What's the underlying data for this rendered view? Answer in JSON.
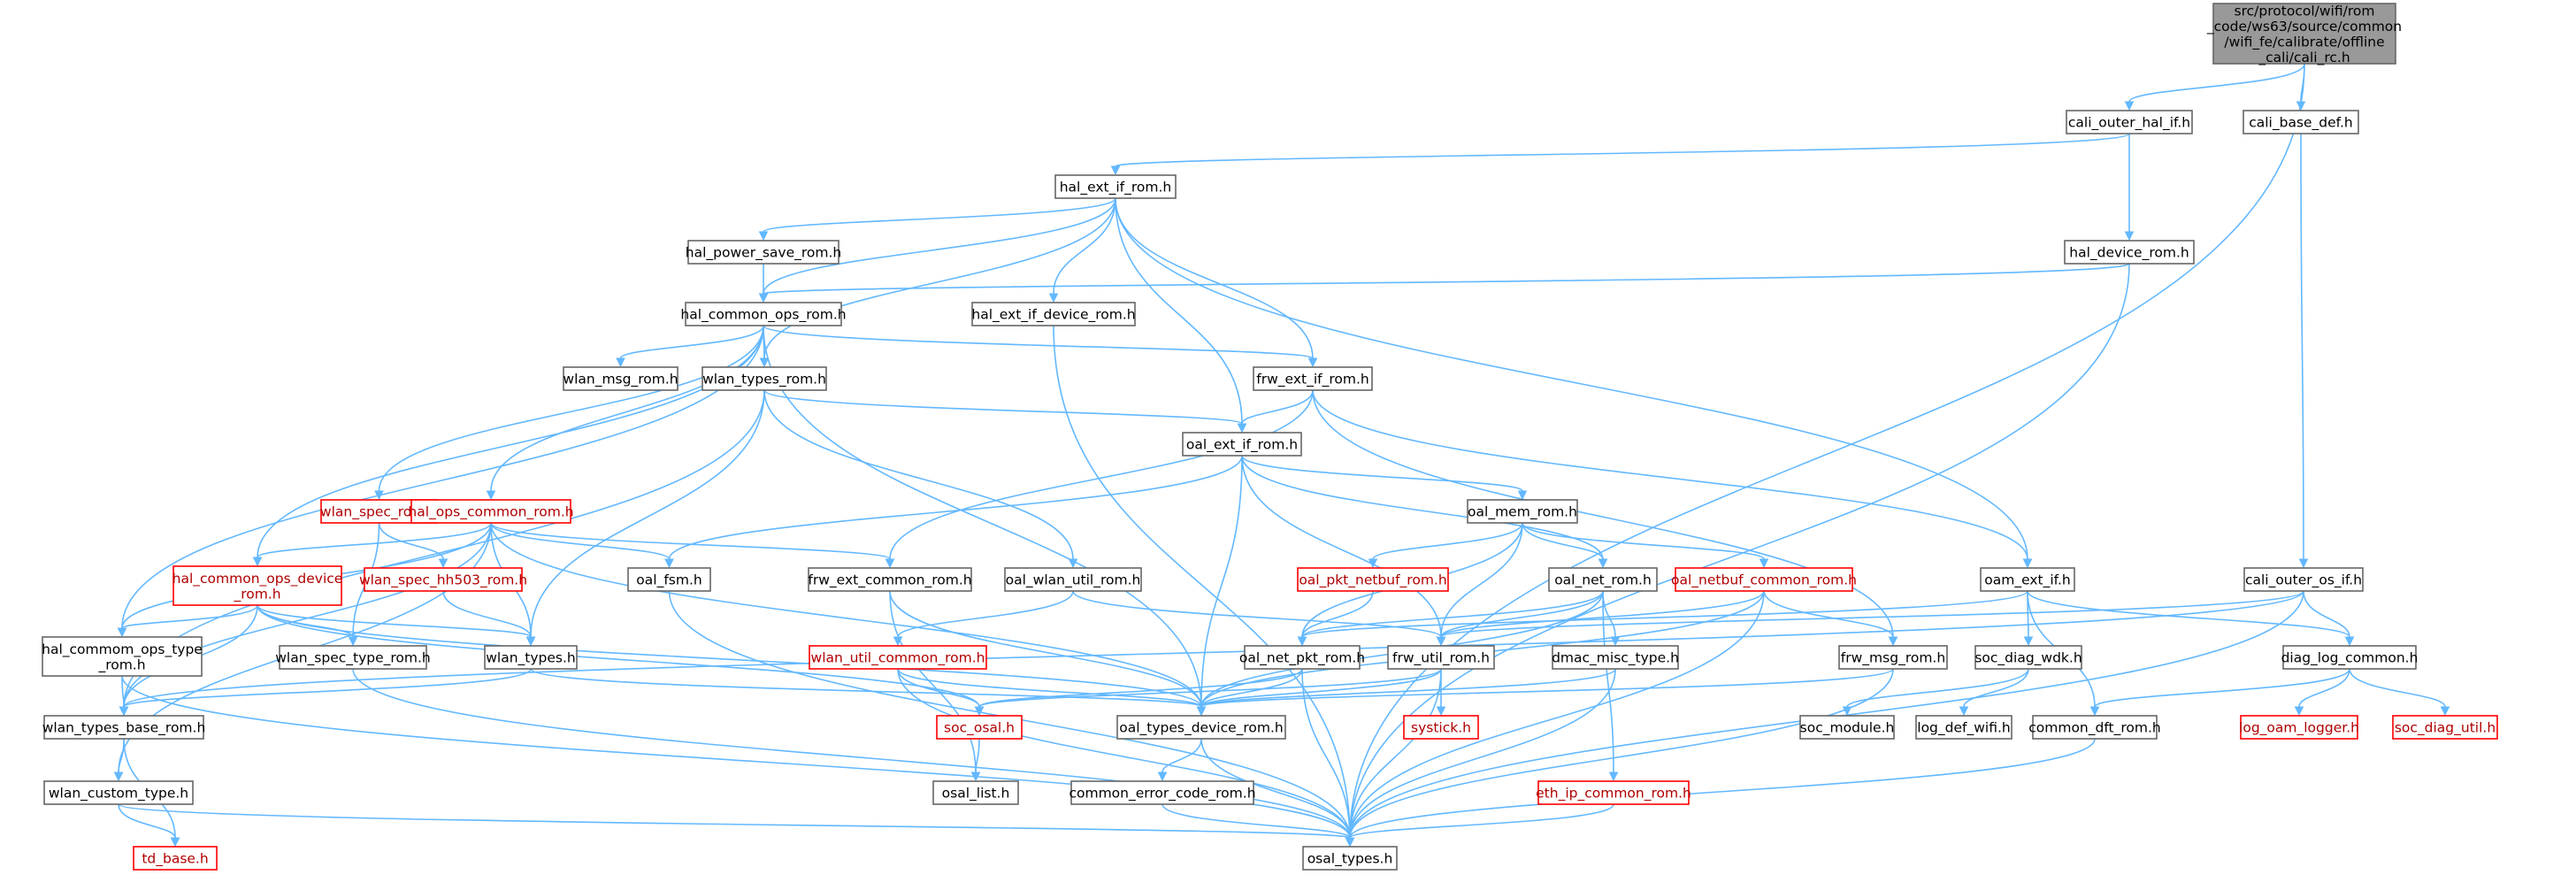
{
  "nodes": [
    {
      "id": "root",
      "label": [
        "src/protocol/wifi/rom",
        "_code/ws63/source/common",
        "/wifi_fe/calibrate/offline",
        "_cali/cali_rc.h"
      ],
      "kind": "root"
    },
    {
      "id": "cali_outer_hal_if",
      "label": [
        "cali_outer_hal_if.h"
      ],
      "kind": "normal"
    },
    {
      "id": "cali_base_def",
      "label": [
        "cali_base_def.h"
      ],
      "kind": "normal"
    },
    {
      "id": "hal_ext_if_rom",
      "label": [
        "hal_ext_if_rom.h"
      ],
      "kind": "normal"
    },
    {
      "id": "hal_power_save_rom",
      "label": [
        "hal_power_save_rom.h"
      ],
      "kind": "normal"
    },
    {
      "id": "hal_device_rom",
      "label": [
        "hal_device_rom.h"
      ],
      "kind": "normal"
    },
    {
      "id": "hal_common_ops_rom",
      "label": [
        "hal_common_ops_rom.h"
      ],
      "kind": "normal"
    },
    {
      "id": "hal_ext_if_device_rom",
      "label": [
        "hal_ext_if_device_rom.h"
      ],
      "kind": "normal"
    },
    {
      "id": "wlan_msg_rom",
      "label": [
        "wlan_msg_rom.h"
      ],
      "kind": "normal"
    },
    {
      "id": "wlan_types_rom",
      "label": [
        "wlan_types_rom.h"
      ],
      "kind": "normal"
    },
    {
      "id": "frw_ext_if_rom",
      "label": [
        "frw_ext_if_rom.h"
      ],
      "kind": "normal"
    },
    {
      "id": "oal_ext_if_rom",
      "label": [
        "oal_ext_if_rom.h"
      ],
      "kind": "normal"
    },
    {
      "id": "wlan_spec_rom",
      "label": [
        "wlan_spec_rom.h"
      ],
      "kind": "missing"
    },
    {
      "id": "hal_ops_common_rom",
      "label": [
        "hal_ops_common_rom.h"
      ],
      "kind": "missing"
    },
    {
      "id": "oal_mem_rom",
      "label": [
        "oal_mem_rom.h"
      ],
      "kind": "normal"
    },
    {
      "id": "hal_common_ops_device_rom",
      "label": [
        "hal_common_ops_device",
        "_rom.h"
      ],
      "kind": "missing"
    },
    {
      "id": "wlan_spec_hh503_rom",
      "label": [
        "wlan_spec_hh503_rom.h"
      ],
      "kind": "missing"
    },
    {
      "id": "oal_fsm",
      "label": [
        "oal_fsm.h"
      ],
      "kind": "normal"
    },
    {
      "id": "frw_ext_common_rom",
      "label": [
        "frw_ext_common_rom.h"
      ],
      "kind": "normal"
    },
    {
      "id": "oal_wlan_util_rom",
      "label": [
        "oal_wlan_util_rom.h"
      ],
      "kind": "normal"
    },
    {
      "id": "oal_pkt_netbuf_rom",
      "label": [
        "oal_pkt_netbuf_rom.h"
      ],
      "kind": "missing"
    },
    {
      "id": "oal_net_rom",
      "label": [
        "oal_net_rom.h"
      ],
      "kind": "normal"
    },
    {
      "id": "oal_netbuf_common_rom",
      "label": [
        "oal_netbuf_common_rom.h"
      ],
      "kind": "missing"
    },
    {
      "id": "oam_ext_if",
      "label": [
        "oam_ext_if.h"
      ],
      "kind": "normal"
    },
    {
      "id": "cali_outer_os_if",
      "label": [
        "cali_outer_os_if.h"
      ],
      "kind": "normal"
    },
    {
      "id": "hal_commom_ops_type_rom",
      "label": [
        "hal_commom_ops_type",
        "_rom.h"
      ],
      "kind": "normal"
    },
    {
      "id": "wlan_spec_type_rom",
      "label": [
        "wlan_spec_type_rom.h"
      ],
      "kind": "normal"
    },
    {
      "id": "wlan_types",
      "label": [
        "wlan_types.h"
      ],
      "kind": "normal"
    },
    {
      "id": "wlan_util_common_rom",
      "label": [
        "wlan_util_common_rom.h"
      ],
      "kind": "missing"
    },
    {
      "id": "oal_net_pkt_rom",
      "label": [
        "oal_net_pkt_rom.h"
      ],
      "kind": "normal"
    },
    {
      "id": "frw_util_rom",
      "label": [
        "frw_util_rom.h"
      ],
      "kind": "normal"
    },
    {
      "id": "dmac_misc_type",
      "label": [
        "dmac_misc_type.h"
      ],
      "kind": "normal"
    },
    {
      "id": "frw_msg_rom",
      "label": [
        "frw_msg_rom.h"
      ],
      "kind": "normal"
    },
    {
      "id": "soc_diag_wdk",
      "label": [
        "soc_diag_wdk.h"
      ],
      "kind": "normal"
    },
    {
      "id": "diag_log_common",
      "label": [
        "diag_log_common.h"
      ],
      "kind": "normal"
    },
    {
      "id": "wlan_types_base_rom",
      "label": [
        "wlan_types_base_rom.h"
      ],
      "kind": "normal"
    },
    {
      "id": "soc_osal",
      "label": [
        "soc_osal.h"
      ],
      "kind": "missing"
    },
    {
      "id": "oal_types_device_rom",
      "label": [
        "oal_types_device_rom.h"
      ],
      "kind": "normal"
    },
    {
      "id": "systick",
      "label": [
        "systick.h"
      ],
      "kind": "missing"
    },
    {
      "id": "soc_module",
      "label": [
        "soc_module.h"
      ],
      "kind": "normal"
    },
    {
      "id": "log_def_wifi",
      "label": [
        "log_def_wifi.h"
      ],
      "kind": "normal"
    },
    {
      "id": "common_dft_rom",
      "label": [
        "common_dft_rom.h"
      ],
      "kind": "normal"
    },
    {
      "id": "log_oam_logger",
      "label": [
        "log_oam_logger.h"
      ],
      "kind": "missing"
    },
    {
      "id": "soc_diag_util",
      "label": [
        "soc_diag_util.h"
      ],
      "kind": "missing"
    },
    {
      "id": "wlan_custom_type",
      "label": [
        "wlan_custom_type.h"
      ],
      "kind": "normal"
    },
    {
      "id": "osal_list",
      "label": [
        "osal_list.h"
      ],
      "kind": "normal"
    },
    {
      "id": "common_error_code_rom",
      "label": [
        "common_error_code_rom.h"
      ],
      "kind": "normal"
    },
    {
      "id": "eth_ip_common_rom",
      "label": [
        "eth_ip_common_rom.h"
      ],
      "kind": "missing"
    },
    {
      "id": "td_base",
      "label": [
        "td_base.h"
      ],
      "kind": "missing"
    },
    {
      "id": "osal_types",
      "label": [
        "osal_types.h"
      ],
      "kind": "normal"
    }
  ],
  "edges": [
    [
      "root",
      "cali_outer_hal_if"
    ],
    [
      "root",
      "cali_base_def"
    ],
    [
      "root",
      "osal_types"
    ],
    [
      "cali_outer_hal_if",
      "hal_ext_if_rom"
    ],
    [
      "cali_outer_hal_if",
      "hal_device_rom"
    ],
    [
      "cali_base_def",
      "cali_outer_os_if"
    ],
    [
      "hal_ext_if_rom",
      "hal_power_save_rom"
    ],
    [
      "hal_ext_if_rom",
      "hal_common_ops_rom"
    ],
    [
      "hal_ext_if_rom",
      "hal_ext_if_device_rom"
    ],
    [
      "hal_ext_if_rom",
      "wlan_types_rom"
    ],
    [
      "hal_ext_if_rom",
      "frw_ext_if_rom"
    ],
    [
      "hal_ext_if_rom",
      "oal_ext_if_rom"
    ],
    [
      "hal_ext_if_rom",
      "oam_ext_if"
    ],
    [
      "hal_power_save_rom",
      "hal_common_ops_rom"
    ],
    [
      "hal_device_rom",
      "hal_common_ops_rom"
    ],
    [
      "hal_device_rom",
      "osal_types"
    ],
    [
      "hal_common_ops_rom",
      "wlan_msg_rom"
    ],
    [
      "hal_common_ops_rom",
      "wlan_types_rom"
    ],
    [
      "hal_common_ops_rom",
      "frw_ext_if_rom"
    ],
    [
      "hal_common_ops_rom",
      "wlan_spec_rom"
    ],
    [
      "hal_common_ops_rom",
      "hal_ops_common_rom"
    ],
    [
      "hal_common_ops_rom",
      "hal_common_ops_device_rom"
    ],
    [
      "hal_common_ops_rom",
      "hal_commom_ops_type_rom"
    ],
    [
      "hal_common_ops_rom",
      "oal_types_device_rom"
    ],
    [
      "hal_ext_if_device_rom",
      "osal_types"
    ],
    [
      "wlan_types_rom",
      "oal_ext_if_rom"
    ],
    [
      "wlan_types_rom",
      "oal_wlan_util_rom"
    ],
    [
      "wlan_types_rom",
      "wlan_types"
    ],
    [
      "wlan_types_rom",
      "wlan_types_base_rom"
    ],
    [
      "frw_ext_if_rom",
      "oal_ext_if_rom"
    ],
    [
      "frw_ext_if_rom",
      "frw_ext_common_rom"
    ],
    [
      "frw_ext_if_rom",
      "frw_msg_rom"
    ],
    [
      "frw_ext_if_rom",
      "oam_ext_if"
    ],
    [
      "oal_ext_if_rom",
      "oal_mem_rom"
    ],
    [
      "oal_ext_if_rom",
      "oal_fsm"
    ],
    [
      "oal_ext_if_rom",
      "oal_net_rom"
    ],
    [
      "oal_ext_if_rom",
      "frw_util_rom"
    ],
    [
      "oal_ext_if_rom",
      "oal_types_device_rom"
    ],
    [
      "wlan_spec_rom",
      "wlan_spec_hh503_rom"
    ],
    [
      "wlan_spec_rom",
      "wlan_spec_type_rom"
    ],
    [
      "hal_ops_common_rom",
      "hal_common_ops_device_rom"
    ],
    [
      "hal_ops_common_rom",
      "oal_fsm"
    ],
    [
      "hal_ops_common_rom",
      "frw_ext_common_rom"
    ],
    [
      "hal_ops_common_rom",
      "wlan_types"
    ],
    [
      "hal_ops_common_rom",
      "hal_commom_ops_type_rom"
    ],
    [
      "hal_ops_common_rom",
      "wlan_types_base_rom"
    ],
    [
      "hal_ops_common_rom",
      "wlan_custom_type"
    ],
    [
      "hal_ops_common_rom",
      "oal_types_device_rom"
    ],
    [
      "oal_mem_rom",
      "oal_pkt_netbuf_rom"
    ],
    [
      "oal_mem_rom",
      "oal_net_rom"
    ],
    [
      "oal_mem_rom",
      "oal_netbuf_common_rom"
    ],
    [
      "oal_mem_rom",
      "oal_net_pkt_rom"
    ],
    [
      "oal_mem_rom",
      "frw_util_rom"
    ],
    [
      "hal_common_ops_device_rom",
      "hal_commom_ops_type_rom"
    ],
    [
      "hal_common_ops_device_rom",
      "wlan_spec_type_rom"
    ],
    [
      "hal_common_ops_device_rom",
      "wlan_types"
    ],
    [
      "hal_common_ops_device_rom",
      "soc_osal"
    ],
    [
      "hal_common_ops_device_rom",
      "wlan_types_base_rom"
    ],
    [
      "hal_common_ops_device_rom",
      "oal_types_device_rom"
    ],
    [
      "wlan_spec_hh503_rom",
      "wlan_types"
    ],
    [
      "oal_fsm",
      "osal_types"
    ],
    [
      "frw_ext_common_rom",
      "oal_types_device_rom"
    ],
    [
      "frw_ext_common_rom",
      "osal_list"
    ],
    [
      "oal_wlan_util_rom",
      "wlan_util_common_rom"
    ],
    [
      "oal_wlan_util_rom",
      "frw_util_rom"
    ],
    [
      "oal_pkt_netbuf_rom",
      "oal_net_pkt_rom"
    ],
    [
      "oal_net_rom",
      "oal_net_pkt_rom"
    ],
    [
      "oal_net_rom",
      "frw_util_rom"
    ],
    [
      "oal_net_rom",
      "dmac_misc_type"
    ],
    [
      "oal_net_rom",
      "oal_types_device_rom"
    ],
    [
      "oal_net_rom",
      "eth_ip_common_rom"
    ],
    [
      "oal_netbuf_common_rom",
      "frw_msg_rom"
    ],
    [
      "oal_netbuf_common_rom",
      "oal_types_device_rom"
    ],
    [
      "oal_netbuf_common_rom",
      "osal_types"
    ],
    [
      "oal_netbuf_common_rom",
      "frw_util_rom"
    ],
    [
      "oam_ext_if",
      "soc_diag_wdk"
    ],
    [
      "oam_ext_if",
      "diag_log_common"
    ],
    [
      "oam_ext_if",
      "common_dft_rom"
    ],
    [
      "oam_ext_if",
      "oal_net_pkt_rom"
    ],
    [
      "cali_outer_os_if",
      "diag_log_common"
    ],
    [
      "cali_outer_os_if",
      "frw_util_rom"
    ],
    [
      "cali_outer_os_if",
      "wlan_types_base_rom"
    ],
    [
      "cali_outer_os_if",
      "osal_types"
    ],
    [
      "hal_commom_ops_type_rom",
      "wlan_types_base_rom"
    ],
    [
      "hal_commom_ops_type_rom",
      "osal_types"
    ],
    [
      "wlan_spec_type_rom",
      "osal_types"
    ],
    [
      "wlan_types",
      "wlan_types_base_rom"
    ],
    [
      "wlan_types",
      "oal_types_device_rom"
    ],
    [
      "wlan_util_common_rom",
      "soc_osal"
    ],
    [
      "wlan_util_common_rom",
      "oal_types_device_rom"
    ],
    [
      "wlan_util_common_rom",
      "osal_types"
    ],
    [
      "oal_net_pkt_rom",
      "oal_types_device_rom"
    ],
    [
      "oal_net_pkt_rom",
      "soc_osal"
    ],
    [
      "oal_net_pkt_rom",
      "osal_types"
    ],
    [
      "frw_util_rom",
      "oal_types_device_rom"
    ],
    [
      "frw_util_rom",
      "systick"
    ],
    [
      "frw_util_rom",
      "soc_osal"
    ],
    [
      "frw_util_rom",
      "osal_types"
    ],
    [
      "dmac_misc_type",
      "oal_types_device_rom"
    ],
    [
      "dmac_misc_type",
      "osal_types"
    ],
    [
      "frw_msg_rom",
      "oal_types_device_rom"
    ],
    [
      "frw_msg_rom",
      "osal_types"
    ],
    [
      "soc_diag_wdk",
      "soc_module"
    ],
    [
      "soc_diag_wdk",
      "log_def_wifi"
    ],
    [
      "diag_log_common",
      "common_dft_rom"
    ],
    [
      "diag_log_common",
      "log_oam_logger"
    ],
    [
      "diag_log_common",
      "soc_diag_util"
    ],
    [
      "wlan_types_base_rom",
      "wlan_custom_type"
    ],
    [
      "wlan_types_base_rom",
      "td_base"
    ],
    [
      "soc_osal",
      "osal_list"
    ],
    [
      "oal_types_device_rom",
      "common_error_code_rom"
    ],
    [
      "oal_types_device_rom",
      "osal_types"
    ],
    [
      "common_dft_rom",
      "osal_types"
    ],
    [
      "wlan_custom_type",
      "td_base"
    ],
    [
      "wlan_custom_type",
      "osal_types"
    ],
    [
      "common_error_code_rom",
      "osal_types"
    ],
    [
      "eth_ip_common_rom",
      "osal_types"
    ]
  ],
  "colors": {
    "edge": "#63b8ff",
    "missing_border": "#ff0000",
    "root_fill": "#999999"
  }
}
